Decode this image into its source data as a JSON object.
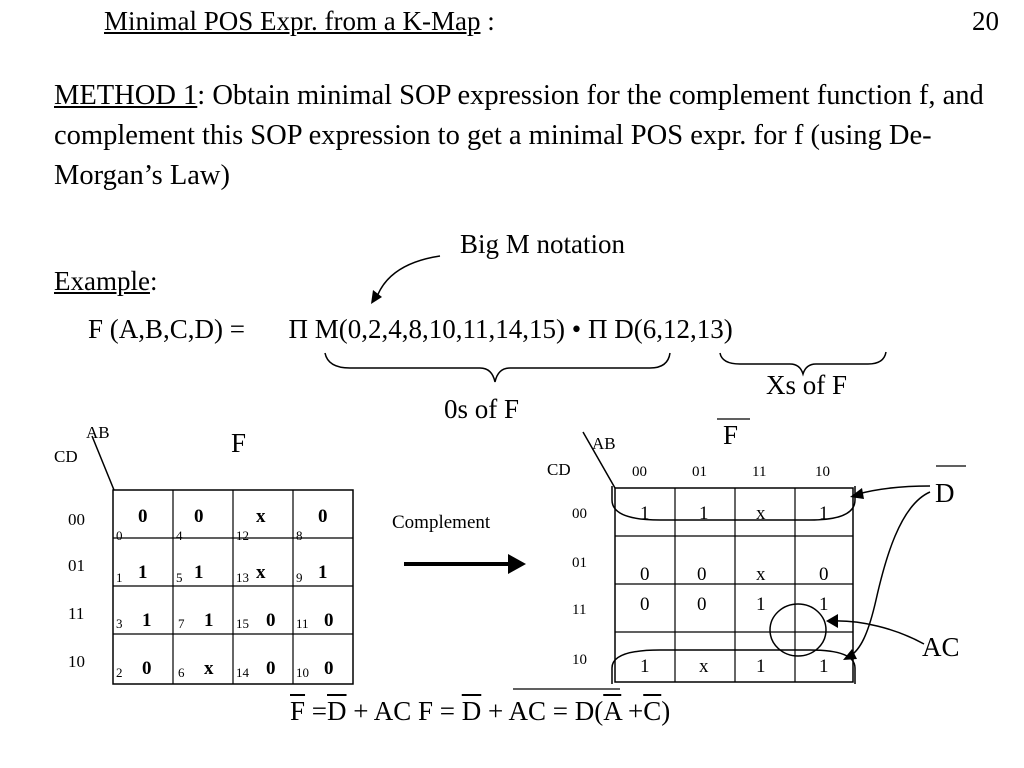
{
  "slide": {
    "title": "Minimal POS Expr. from a K-Map",
    "title_suffix": " :",
    "page_number": "20"
  },
  "method": {
    "label": "METHOD 1",
    "text": ":  Obtain minimal SOP expression for the complement function f, and complement this SOP expression to get a minimal POS expr. for f (using De-Morgan’s Law)"
  },
  "example": {
    "label": "Example",
    "colon": ":",
    "big_m_note": "Big M notation",
    "lhs": "F (A,B,C,D) =",
    "pi_m": "Π M(0,2,4,8,10,11,14,15)",
    "dot": "•",
    "pi_d": "Π D(6,12,13)",
    "zeros_label": "0s of F",
    "xs_label": "Xs of F"
  },
  "kmap_left": {
    "title": "F",
    "ab": "AB",
    "cd": "CD",
    "rows": [
      "00",
      "01",
      "11",
      "10"
    ],
    "cells": [
      [
        {
          "i": "0",
          "v": "0"
        },
        {
          "i": "4",
          "v": "0"
        },
        {
          "i": "12",
          "v": "x"
        },
        {
          "i": "8",
          "v": "0"
        }
      ],
      [
        {
          "i": "1",
          "v": "1"
        },
        {
          "i": "5",
          "v": "1"
        },
        {
          "i": "13",
          "v": "x"
        },
        {
          "i": "9",
          "v": "1"
        }
      ],
      [
        {
          "i": "3",
          "v": "1"
        },
        {
          "i": "7",
          "v": "1"
        },
        {
          "i": "15",
          "v": "0"
        },
        {
          "i": "11",
          "v": "0"
        }
      ],
      [
        {
          "i": "2",
          "v": "0"
        },
        {
          "i": "6",
          "v": "x"
        },
        {
          "i": "14",
          "v": "0"
        },
        {
          "i": "10",
          "v": "0"
        }
      ]
    ]
  },
  "complement_label": "Complement",
  "kmap_right": {
    "title": "F",
    "ab": "AB",
    "cd": "CD",
    "cols": [
      "00",
      "01",
      "11",
      "10"
    ],
    "rows": [
      "00",
      "01",
      "11",
      "10"
    ],
    "cells": [
      [
        "1",
        "1",
        "x",
        "1"
      ],
      [
        "0",
        "0",
        "x",
        "0"
      ],
      [
        "0",
        "0",
        "1",
        "1"
      ],
      [
        "1",
        "x",
        "1",
        "1"
      ]
    ],
    "dbar_label": "D",
    "ac_label": "AC"
  },
  "final": {
    "fbar": "F",
    "eq1": " =",
    "dbar": "D",
    "rest1": " + AC  F = ",
    "dbar_ac_d": "D",
    "dbar_ac_rest": " + AC",
    "eq2": "   =  D(",
    "abar": "A",
    "plus": " +",
    "cbar": "C",
    "close": ")"
  }
}
